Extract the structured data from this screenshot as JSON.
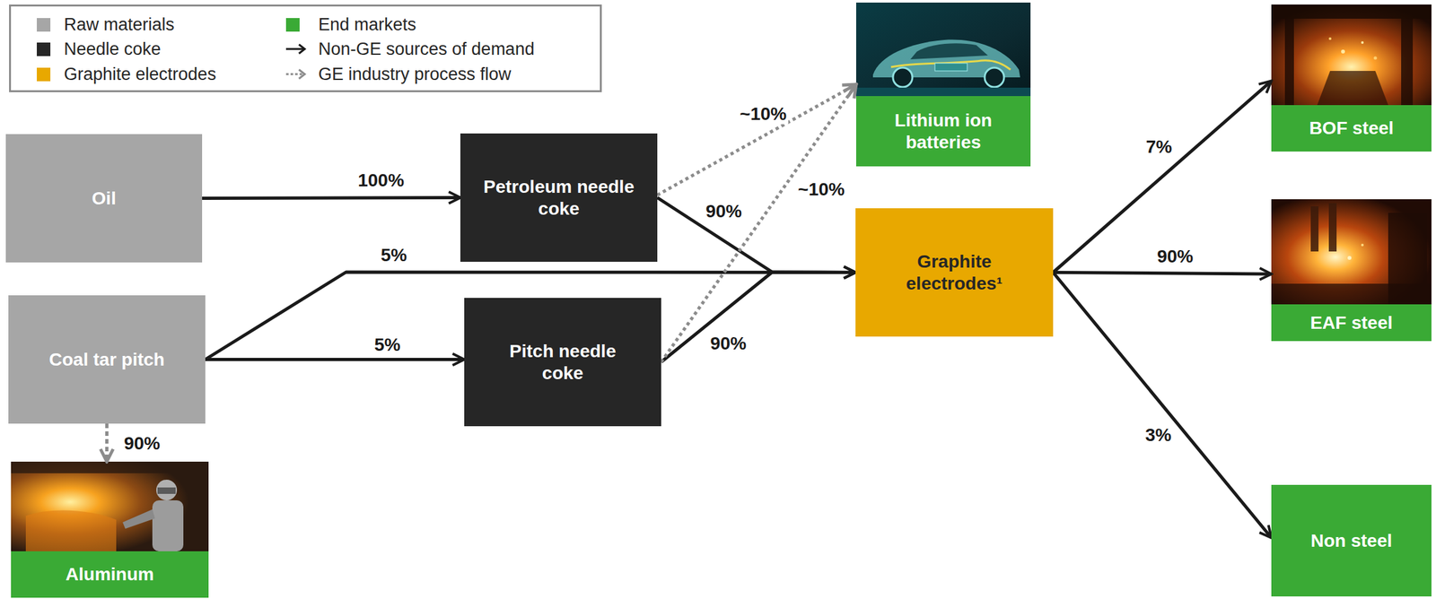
{
  "diagram": {
    "nodes": [
      {
        "text": [
          "Oil"
        ]
      },
      {
        "text": [
          "Coal tar pitch"
        ]
      },
      {
        "text": [
          "Aluminum"
        ]
      },
      {
        "text": [
          "Petroleum needle coke"
        ]
      },
      {
        "text": [
          "Pitch needle coke"
        ]
      },
      {
        "text": [
          "Lithium ion batteries"
        ]
      },
      {
        "text": [
          "Graphite electrodes¹"
        ]
      },
      {
        "text": [
          "BOF steel"
        ]
      },
      {
        "text": [
          "EAF steel"
        ]
      },
      {
        "text": [
          "Non steel"
        ]
      }
    ],
    "edges": [
      {
        "from": 0,
        "to": 3,
        "label": "100%",
        "arrow": "to"
      },
      {
        "from": 1,
        "to": 4,
        "label": "5%",
        "arrow": "to"
      },
      {
        "from": 1,
        "to": 6,
        "label": "5%",
        "arrow": "to"
      },
      {
        "from": 1,
        "to": 2,
        "label": "90%",
        "arrow": "to"
      },
      {
        "from": 3,
        "to": 6,
        "label": "90%",
        "arrow": "to"
      },
      {
        "from": 4,
        "to": 6,
        "label": "90%",
        "arrow": "to"
      },
      {
        "from": 3,
        "to": 5,
        "label": "~10%",
        "arrow": "to"
      },
      {
        "from": 4,
        "to": 5,
        "label": "~10%",
        "arrow": "to"
      },
      {
        "from": 6,
        "to": 7,
        "label": "7%",
        "arrow": "to"
      },
      {
        "from": 6,
        "to": 8,
        "label": "90%",
        "arrow": "to"
      },
      {
        "from": 6,
        "to": 9,
        "label": "3%",
        "arrow": "to"
      }
    ],
    "legend": [
      {
        "text": "Raw materials",
        "color": "#a6a6a6"
      },
      {
        "text": "Needle coke",
        "color": "#262626"
      },
      {
        "text": "Graphite electrodes",
        "color": "#e8a800"
      },
      {
        "text": "End markets",
        "color": "#3aaa35"
      },
      {
        "text": "Non-GE sources of demand"
      },
      {
        "text": "GE industry process flow"
      }
    ]
  }
}
